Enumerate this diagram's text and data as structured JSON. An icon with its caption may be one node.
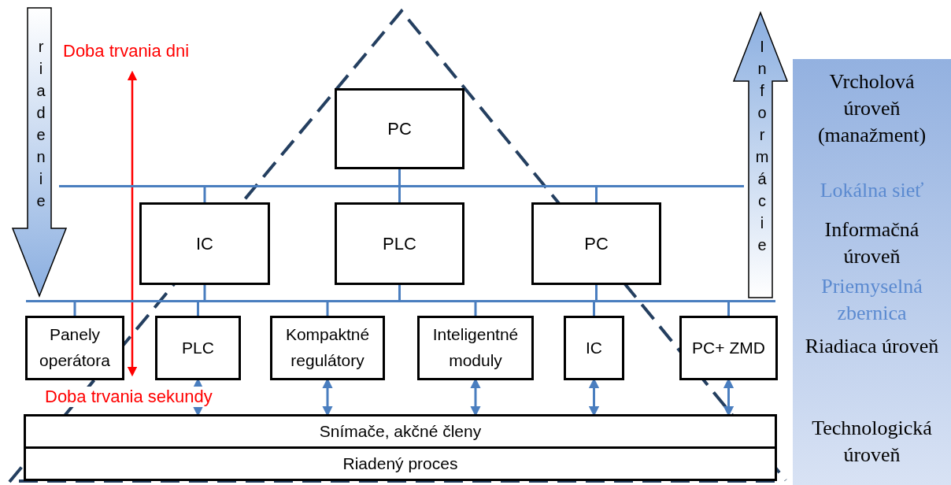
{
  "diagram": {
    "nodes": [
      {
        "text": [
          "PC"
        ]
      },
      {
        "text": [],
        "shape": "bar"
      },
      {
        "text": [
          "IC"
        ]
      },
      {
        "text": [
          "PLC"
        ]
      },
      {
        "text": [
          "PC"
        ]
      },
      {
        "text": [],
        "shape": "bar"
      },
      {
        "text": [
          "Panely operátora"
        ]
      },
      {
        "text": [
          "PLC"
        ]
      },
      {
        "text": [
          "Kompaktné regulátory"
        ]
      },
      {
        "text": [
          "Inteligentné moduly"
        ]
      },
      {
        "text": [
          "IC"
        ]
      },
      {
        "text": [
          "PC+ ZMD"
        ]
      },
      {
        "text": [
          "Snímače, akčné členy"
        ]
      },
      {
        "text": [
          "Riadený proces"
        ]
      },
      {
        "text": [
          "Vrcholová úroveň (manažment)",
          "Lokálna sieť",
          "Informačná úroveň",
          "Priemyselná zbernica",
          "Riadiaca úroveň",
          "Technologická úroveň"
        ]
      }
    ],
    "edges": [
      {
        "from": 0,
        "to": 1,
        "arrow": "none"
      },
      {
        "from": 1,
        "to": 2,
        "arrow": "none"
      },
      {
        "from": 1,
        "to": 3,
        "arrow": "none"
      },
      {
        "from": 1,
        "to": 4,
        "arrow": "none"
      },
      {
        "from": 2,
        "to": 5,
        "arrow": "none"
      },
      {
        "from": 3,
        "to": 5,
        "arrow": "none"
      },
      {
        "from": 4,
        "to": 5,
        "arrow": "none"
      },
      {
        "from": 5,
        "to": 6,
        "arrow": "none"
      },
      {
        "from": 5,
        "to": 7,
        "arrow": "none"
      },
      {
        "from": 5,
        "to": 8,
        "arrow": "none"
      },
      {
        "from": 5,
        "to": 9,
        "arrow": "none"
      },
      {
        "from": 5,
        "to": 10,
        "arrow": "none"
      },
      {
        "from": 5,
        "to": 11,
        "arrow": "none"
      },
      {
        "from": 7,
        "to": 12,
        "arrow": "both"
      },
      {
        "from": 8,
        "to": 12,
        "arrow": "both"
      },
      {
        "from": 9,
        "to": 12,
        "arrow": "both"
      },
      {
        "from": 10,
        "to": 12,
        "arrow": "both"
      },
      {
        "from": 11,
        "to": 12,
        "arrow": "both"
      }
    ],
    "labels": [
      "riadenie",
      "Doba trvania dni",
      "Informácie",
      "Doba trvania sekundy"
    ]
  }
}
